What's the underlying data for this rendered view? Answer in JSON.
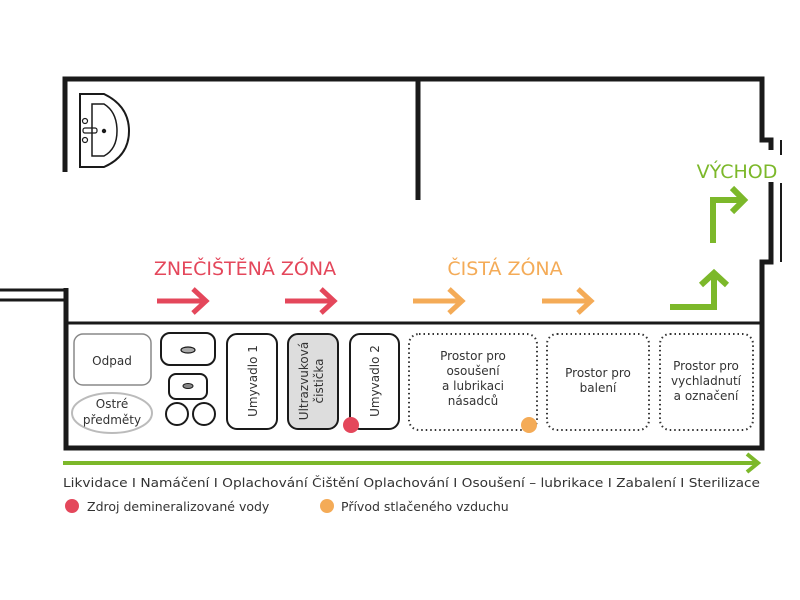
{
  "zones": {
    "dirty": "ZNEČIŠTĚNÁ ZÓNA",
    "clean": "ČISTÁ ZÓNA",
    "exit": "VÝCHOD"
  },
  "stations": {
    "waste": "Odpad",
    "sharps_line1": "Ostré",
    "sharps_line2": "předměty",
    "sink1": "Umyvadlo 1",
    "ultrasonic_line1": "Ultrazvuková",
    "ultrasonic_line2": "čistička",
    "sink2": "Umyvadlo 2",
    "drying": [
      "Prostor pro",
      "osoušení",
      "a lubrikaci",
      "násadců"
    ],
    "packing": [
      "Prostor pro",
      "balení"
    ],
    "cooling": [
      "Prostor pro",
      "vychladnutí",
      "a označení"
    ]
  },
  "process_flow": "Likvidace I Namáčení I Oplachování Čištění Oplachování I Osoušení – lubrikace I Zabalení I Sterilizace",
  "legend": [
    {
      "label": "Zdroj demineralizované vody",
      "color": "#e4475b"
    },
    {
      "label": "Přívod stlačeného vzduchu",
      "color": "#f4ab57"
    }
  ],
  "colors": {
    "dirty": "#e4475b",
    "clean": "#f4ab57",
    "exit": "#7cb82a",
    "wall": "#1a1a1a"
  }
}
